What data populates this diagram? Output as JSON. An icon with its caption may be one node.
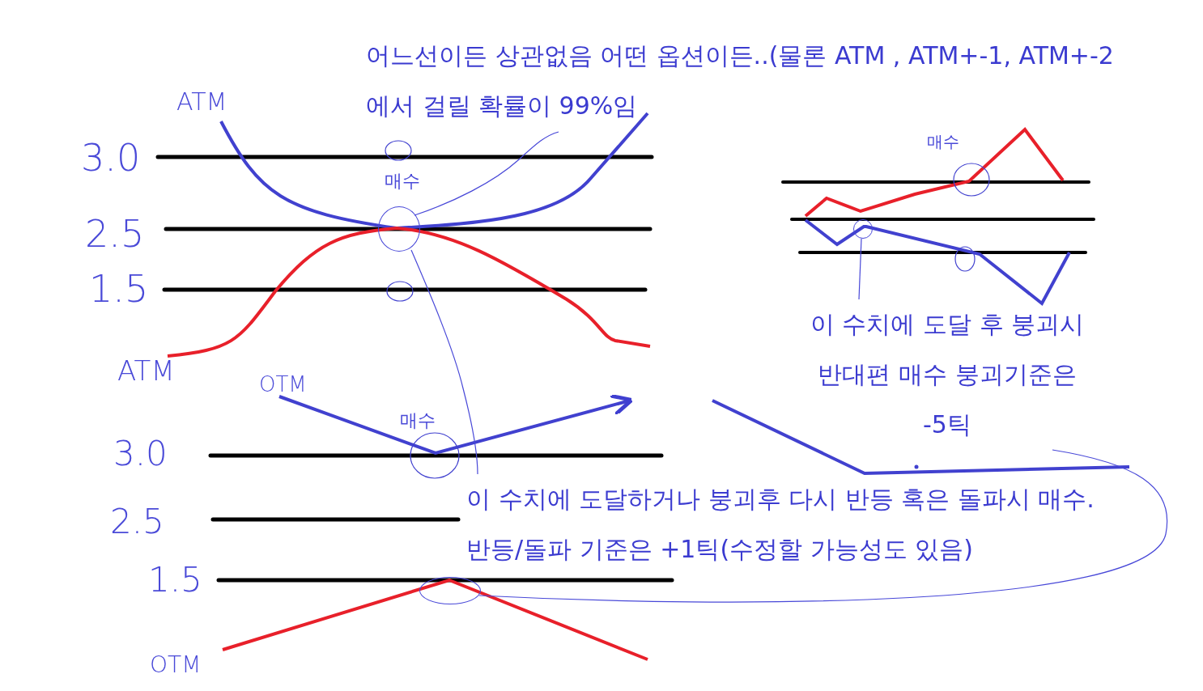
{
  "diagram": {
    "nodes": [
      {
        "text": [
          "어느선이든 상관없음 어떤 옵션이든..(물론 ATM , ATM+-1, ATM+-2 에서 걸릴 확률이 99%임"
        ]
      },
      {
        "text": [
          "이 수치에 도달 후 붕괴시 반대편 매수 붕괴기준은 -5틱"
        ]
      },
      {
        "text": [
          "이 수치에 도달하거나 붕괴후 다시 반등 혹은 돌파시 매수. 반등/돌파 기준은 +1틱(수정할 가능성도 있음)"
        ]
      },
      {
        "text": [],
        "shape": "circle",
        "beside": [
          "매수"
        ]
      },
      {
        "text": [],
        "shape": "circle"
      },
      {
        "text": [],
        "shape": "circle"
      }
    ],
    "edges": [
      {
        "from": 3,
        "to": 0,
        "arrow": "none"
      },
      {
        "from": 3,
        "to": 2,
        "arrow": "none"
      },
      {
        "from": 4,
        "to": 1,
        "arrow": "none"
      },
      {
        "from": 5,
        "to": 1,
        "arrow": "none"
      }
    ],
    "labels": [
      "ATM",
      "매수",
      "3.0",
      "2.5",
      "1.5",
      "ATM",
      "OTM",
      "매수",
      "3.0",
      "2.5",
      "1.5",
      "OTM"
    ]
  }
}
